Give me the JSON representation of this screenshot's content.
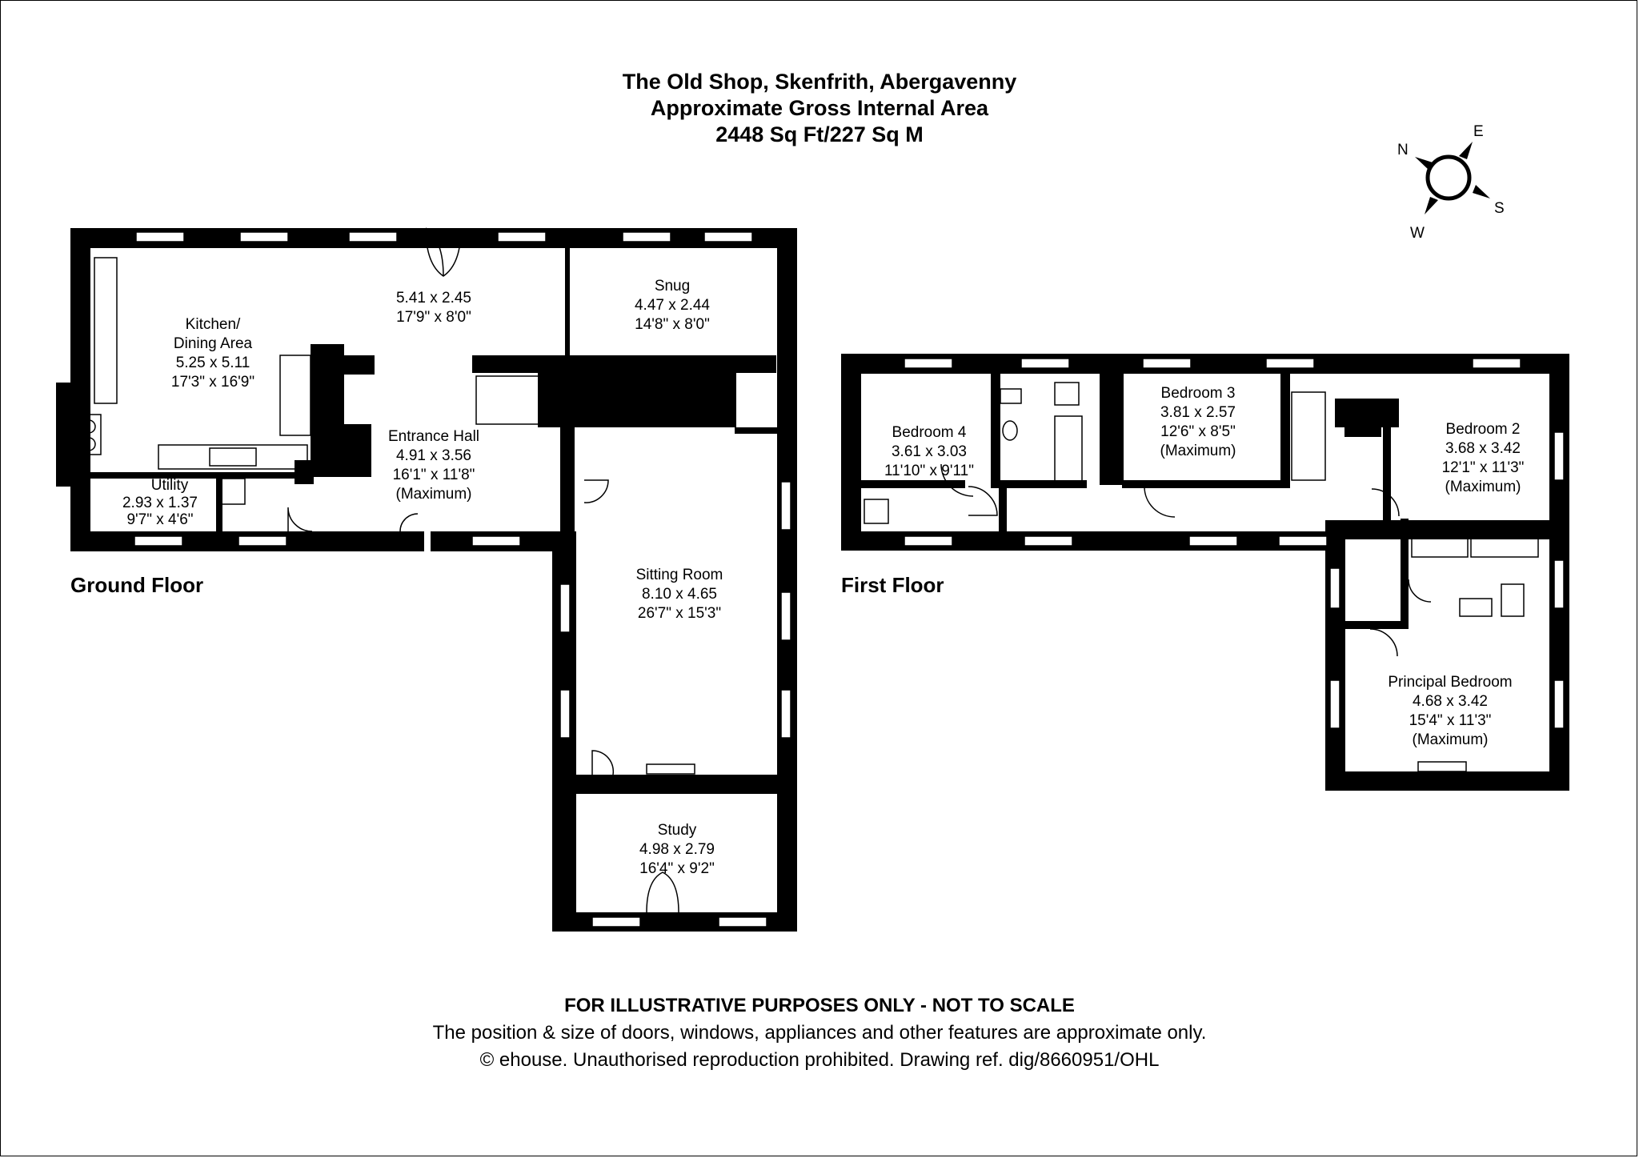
{
  "header": {
    "title": "The Old Shop, Skenfrith, Abergavenny",
    "subtitle": "Approximate Gross Internal Area",
    "area": "2448 Sq Ft/227 Sq M"
  },
  "compass": {
    "n": "N",
    "e": "E",
    "s": "S",
    "w": "W"
  },
  "floors": {
    "ground": {
      "label": "Ground Floor",
      "rooms": {
        "kitchen": {
          "name1": "Kitchen/",
          "name2": "Dining Area",
          "metric": "5.25 x 5.11",
          "imperial": "17'3\" x 16'9\""
        },
        "dining_ext": {
          "metric": "5.41 x 2.45",
          "imperial": "17'9\" x 8'0\""
        },
        "snug": {
          "name": "Snug",
          "metric": "4.47 x 2.44",
          "imperial": "14'8\" x 8'0\""
        },
        "entrance_hall": {
          "name": "Entrance Hall",
          "metric": "4.91 x 3.56",
          "imperial": "16'1\" x 11'8\"",
          "note": "(Maximum)"
        },
        "utility": {
          "name": "Utility",
          "metric": "2.93 x 1.37",
          "imperial": "9'7\" x 4'6\""
        },
        "sitting_room": {
          "name": "Sitting Room",
          "metric": "8.10 x 4.65",
          "imperial": "26'7\" x 15'3\""
        },
        "study": {
          "name": "Study",
          "metric": "4.98 x 2.79",
          "imperial": "16'4\" x 9'2\""
        }
      }
    },
    "first": {
      "label": "First Floor",
      "rooms": {
        "bedroom4": {
          "name": "Bedroom 4",
          "metric": "3.61 x 3.03",
          "imperial": "11'10\" x 9'11\""
        },
        "bedroom3": {
          "name": "Bedroom 3",
          "metric": "3.81 x 2.57",
          "imperial": "12'6\" x 8'5\"",
          "note": "(Maximum)"
        },
        "bedroom2": {
          "name": "Bedroom 2",
          "metric": "3.68 x 3.42",
          "imperial": "12'1\" x 11'3\"",
          "note": "(Maximum)"
        },
        "principal": {
          "name": "Principal Bedroom",
          "metric": "4.68 x 3.42",
          "imperial": "15'4\" x 11'3\"",
          "note": "(Maximum)"
        }
      }
    }
  },
  "footer": {
    "disclaimer": "FOR ILLUSTRATIVE PURPOSES ONLY - NOT TO SCALE",
    "positions": "The position & size of doors, windows, appliances and other features are approximate only.",
    "copyright": "© ehouse. Unauthorised reproduction prohibited. Drawing ref. dig/8660951/OHL"
  }
}
